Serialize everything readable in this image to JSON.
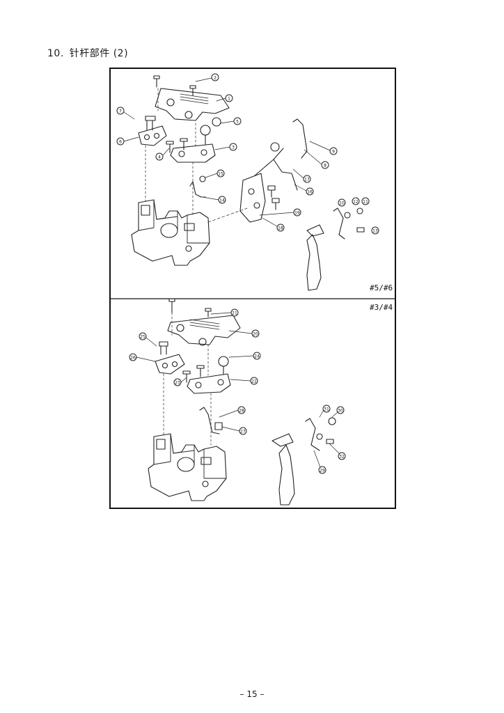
{
  "page": {
    "heading_number": "10.",
    "heading_title": "针杆部件 (2)",
    "footer": "– 15 –"
  },
  "diagram": {
    "top_variant_label": "#5/#6",
    "bottom_variant_label": "#3/#4",
    "top_callouts": [
      "2",
      "1",
      "7",
      "5",
      "6",
      "4",
      "3",
      "9",
      "8",
      "17",
      "16",
      "15",
      "14",
      "19",
      "18",
      "10",
      "12",
      "11",
      "13"
    ],
    "bottom_callouts": [
      "21",
      "20",
      "25",
      "24",
      "26",
      "23",
      "22",
      "28",
      "27",
      "31",
      "30",
      "29",
      "32"
    ]
  }
}
